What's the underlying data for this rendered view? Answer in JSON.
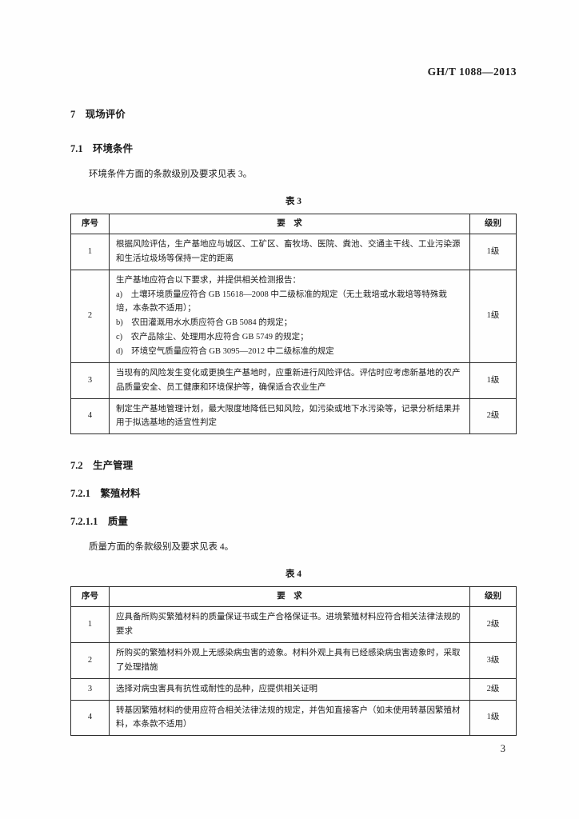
{
  "header": {
    "doc_number": "GH/T 1088—2013"
  },
  "sections": {
    "h7": "7　现场评价",
    "h7_1": "7.1　环境条件",
    "p7_1": "环境条件方面的条款级别及要求见表 3。",
    "h7_2": "7.2　生产管理",
    "h7_2_1": "7.2.1　繁殖材料",
    "h7_2_1_1": "7.2.1.1　质量",
    "p7_2": "质量方面的条款级别及要求见表 4。"
  },
  "table3": {
    "caption": "表 3",
    "col_no": "序号",
    "col_req": "要　求",
    "col_level": "级别",
    "rows": [
      {
        "no": "1",
        "req": "根据风险评估，生产基地应与城区、工矿区、畜牧场、医院、粪池、交通主干线、工业污染源和生活垃圾场等保持一定的距离",
        "level": "1级"
      },
      {
        "no": "2",
        "req": "生产基地应符合以下要求，并提供相关检测报告：\na)　土壤环境质量应符合 GB 15618—2008 中二级标准的规定（无土栽培或水栽培等特殊栽培，本条款不适用）；\nb)　农田灌溉用水水质应符合 GB 5084 的规定；\nc)　农产品除尘、处理用水应符合 GB 5749 的规定；\nd)　环境空气质量应符合 GB 3095—2012 中二级标准的规定",
        "level": "1级"
      },
      {
        "no": "3",
        "req": "当现有的风险发生变化或更换生产基地时，应重新进行风险评估。评估时应考虑新基地的农产品质量安全、员工健康和环境保护等，确保适合农业生产",
        "level": "1级"
      },
      {
        "no": "4",
        "req": "制定生产基地管理计划，最大限度地降低已知风险，如污染或地下水污染等，记录分析结果并用于拟选基地的适宜性判定",
        "level": "2级"
      }
    ]
  },
  "table4": {
    "caption": "表 4",
    "col_no": "序号",
    "col_req": "要　求",
    "col_level": "级别",
    "rows": [
      {
        "no": "1",
        "req": "应具备所购买繁殖材料的质量保证书或生产合格保证书。进境繁殖材料应符合相关法律法规的要求",
        "level": "2级"
      },
      {
        "no": "2",
        "req": "所购买的繁殖材料外观上无感染病虫害的迹象。材料外观上具有已经感染病虫害迹象时，采取了处理措施",
        "level": "3级"
      },
      {
        "no": "3",
        "req": "选择对病虫害具有抗性或耐性的品种，应提供相关证明",
        "level": "2级"
      },
      {
        "no": "4",
        "req": "转基因繁殖材料的使用应符合相关法律法规的规定，并告知直接客户（如未使用转基因繁殖材料，本条款不适用）",
        "level": "1级"
      }
    ]
  },
  "footer": {
    "page_number": "3"
  }
}
